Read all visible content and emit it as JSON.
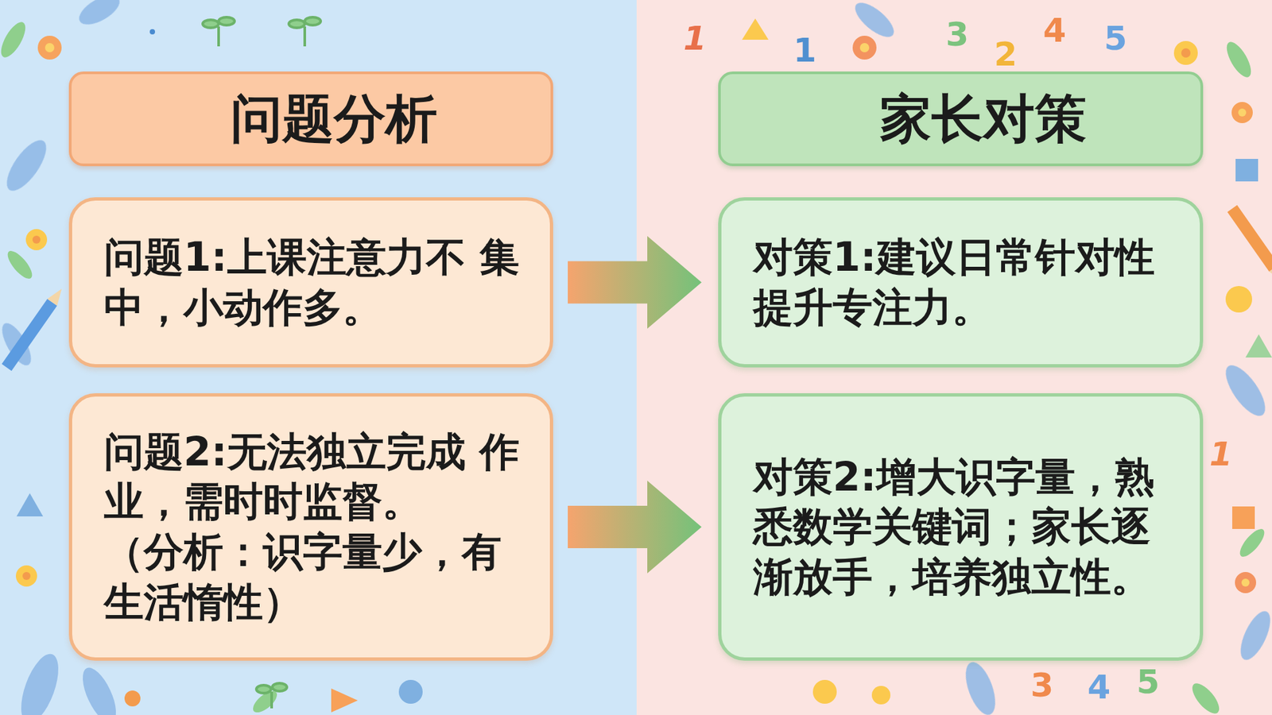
{
  "diagram": {
    "nodes": [
      {
        "text": [
          "问题分析"
        ]
      },
      {
        "text": [
          "家长对策"
        ]
      },
      {
        "text": [
          "问题1:上课注意力不 集中，小动作多。"
        ]
      },
      {
        "text": [
          "对策1:建议日常针对性 提升专注力。"
        ]
      },
      {
        "text": [
          "问题2:无法独立完成 作业，需时时监督。",
          "（分析：识字量少，有 生活惰性）"
        ]
      },
      {
        "text": [
          "对策2:增大识字量，熟 悉数学关键词；家长逐 渐放手，培养独立性。"
        ]
      }
    ],
    "edges": [
      {
        "from": 2,
        "to": 3,
        "arrow": "to"
      },
      {
        "from": 4,
        "to": 5,
        "arrow": "to"
      }
    ],
    "labels": [
      "1",
      "1",
      "3",
      "2",
      "4",
      "5",
      "1",
      "3",
      "4",
      "5"
    ]
  }
}
